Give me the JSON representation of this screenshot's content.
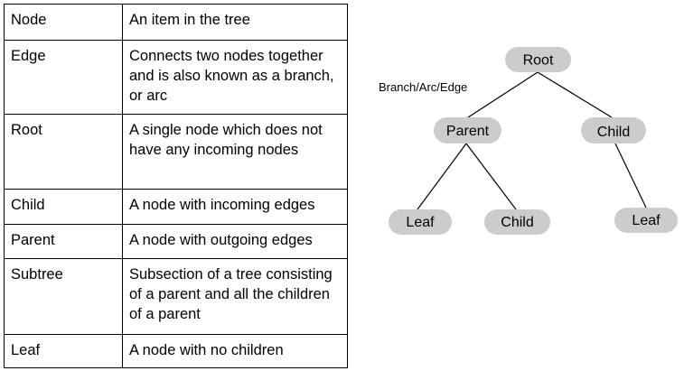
{
  "glossary": [
    {
      "term": "Node",
      "definition": "An item in the tree"
    },
    {
      "term": "Edge",
      "definition": "Connects two nodes together and is also known as a branch, or arc"
    },
    {
      "term": "Root",
      "definition": "A single node which does not have any incoming nodes"
    },
    {
      "term": "Child",
      "definition": "A node with incoming edges"
    },
    {
      "term": "Parent",
      "definition": "A node with outgoing edges"
    },
    {
      "term": "Subtree",
      "definition": "Subsection of a tree consisting of a parent and all the children of a parent"
    },
    {
      "term": "Leaf",
      "definition": "A node with no children"
    }
  ],
  "tree": {
    "nodes": [
      {
        "id": "root",
        "label": "Root"
      },
      {
        "id": "parent",
        "label": "Parent"
      },
      {
        "id": "child-right",
        "label": "Child"
      },
      {
        "id": "leaf-left",
        "label": "Leaf"
      },
      {
        "id": "child-bottom",
        "label": "Child"
      },
      {
        "id": "leaf-right",
        "label": "Leaf"
      }
    ],
    "edges": [
      {
        "from": "root",
        "to": "parent"
      },
      {
        "from": "root",
        "to": "child-right"
      },
      {
        "from": "parent",
        "to": "leaf-left"
      },
      {
        "from": "parent",
        "to": "child-bottom"
      },
      {
        "from": "child-right",
        "to": "leaf-right"
      }
    ],
    "edge_label": "Branch/Arc/Edge"
  }
}
